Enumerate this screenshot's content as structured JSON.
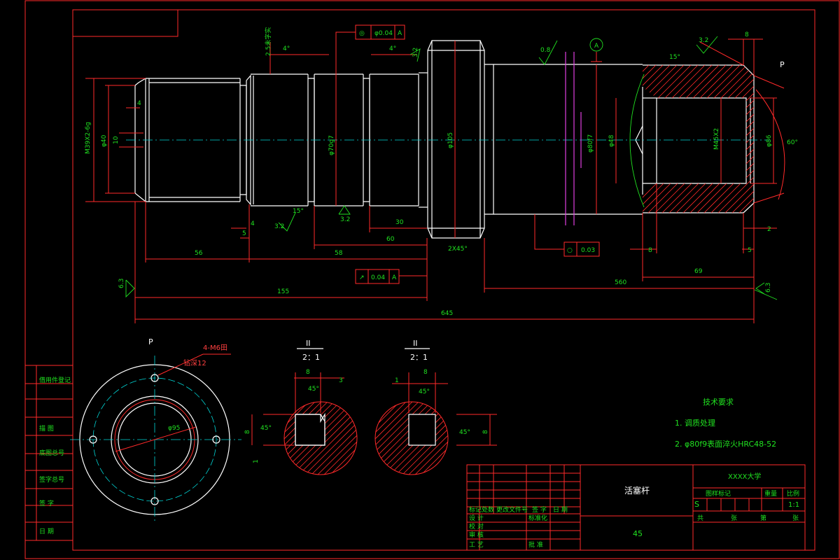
{
  "dimensions": {
    "top_roughness": "2.5未字实",
    "angle_left": "4°",
    "angle_right": "4°",
    "diam_left_end": "M39X2-6g",
    "diam_40": "φ40",
    "d_10": "10",
    "d_4": "4",
    "diam_mid": "φ70g7",
    "diam_105": "φ105",
    "diam_right": "φ80f7",
    "diam_48": "φ48",
    "diam_bore": "M45X2",
    "diam_86": "φ86",
    "len_56": "56",
    "len_58": "58",
    "len_60": "60",
    "len_30": "30",
    "len_155": "155",
    "len_645": "645",
    "len_560": "560",
    "len_69": "69",
    "len_8": "8",
    "len_5_left": "5",
    "len_4_left": "4",
    "len_2": "2",
    "len_5_right": "5",
    "len_8_top": "8",
    "chamfer_15_left": "15°",
    "chamfer_15_right": "15°",
    "angle_60": "60°",
    "chamfer_bottom": "2X45°",
    "ra_32_top": "3.2",
    "ra_32_left": "3.2",
    "ra_32_bottom": "3.2",
    "ra_08": "0.8",
    "ra_32_right_top": "3.2",
    "ra_63_left": "6.3",
    "ra_63_right": "6.3",
    "datum_A": "A",
    "view_P": "P"
  },
  "tolerances": {
    "top": {
      "symbol": "◎",
      "value": "φ0.04",
      "datum": "A"
    },
    "left": {
      "symbol": "↗",
      "value": "0.04",
      "datum": "A"
    },
    "right": {
      "symbol": "○",
      "value": "0.03"
    }
  },
  "view_p": {
    "label": "P",
    "holes_note": "4-M6田",
    "depth_note": "钻深12",
    "diam_note": "φ95"
  },
  "section_1": {
    "title": "II",
    "scale": "2：1",
    "width": "8",
    "offset": "3",
    "angle_top": "45°",
    "angle_side": "45°",
    "depth": "8",
    "side_1": "1"
  },
  "section_2": {
    "title": "II",
    "scale": "2：1",
    "width": "8",
    "offset": "1",
    "angle_top": "45°",
    "angle_side": "45°",
    "depth": "8"
  },
  "tech_req": {
    "title": "技术要求",
    "items": [
      "1. 调质处理",
      "2. φ80f9表面淬火HRC48-52"
    ]
  },
  "left_strip": [
    "借用件登记",
    "描  图",
    "底图总号",
    "签字总号",
    "签  字",
    "日  期"
  ],
  "title_block": {
    "part_name": "活塞杆",
    "material": "45",
    "school": "XXXX大学",
    "stage_label": "图样标记",
    "stage_mark": "S",
    "weight_label": "重量",
    "scale_label": "比例",
    "scale_value": "1:1",
    "sheets_total": "共",
    "sheets_unit": "张",
    "sheet_no": "第",
    "sheet_unit2": "张",
    "rev_cols": [
      "标记",
      "处数",
      "更改文件号",
      "签  字",
      "日  期"
    ],
    "sign_rows": [
      "设  计",
      "校  对",
      "审  核",
      "工  艺"
    ],
    "std_label": "标准化",
    "approve_label": "批  准"
  }
}
